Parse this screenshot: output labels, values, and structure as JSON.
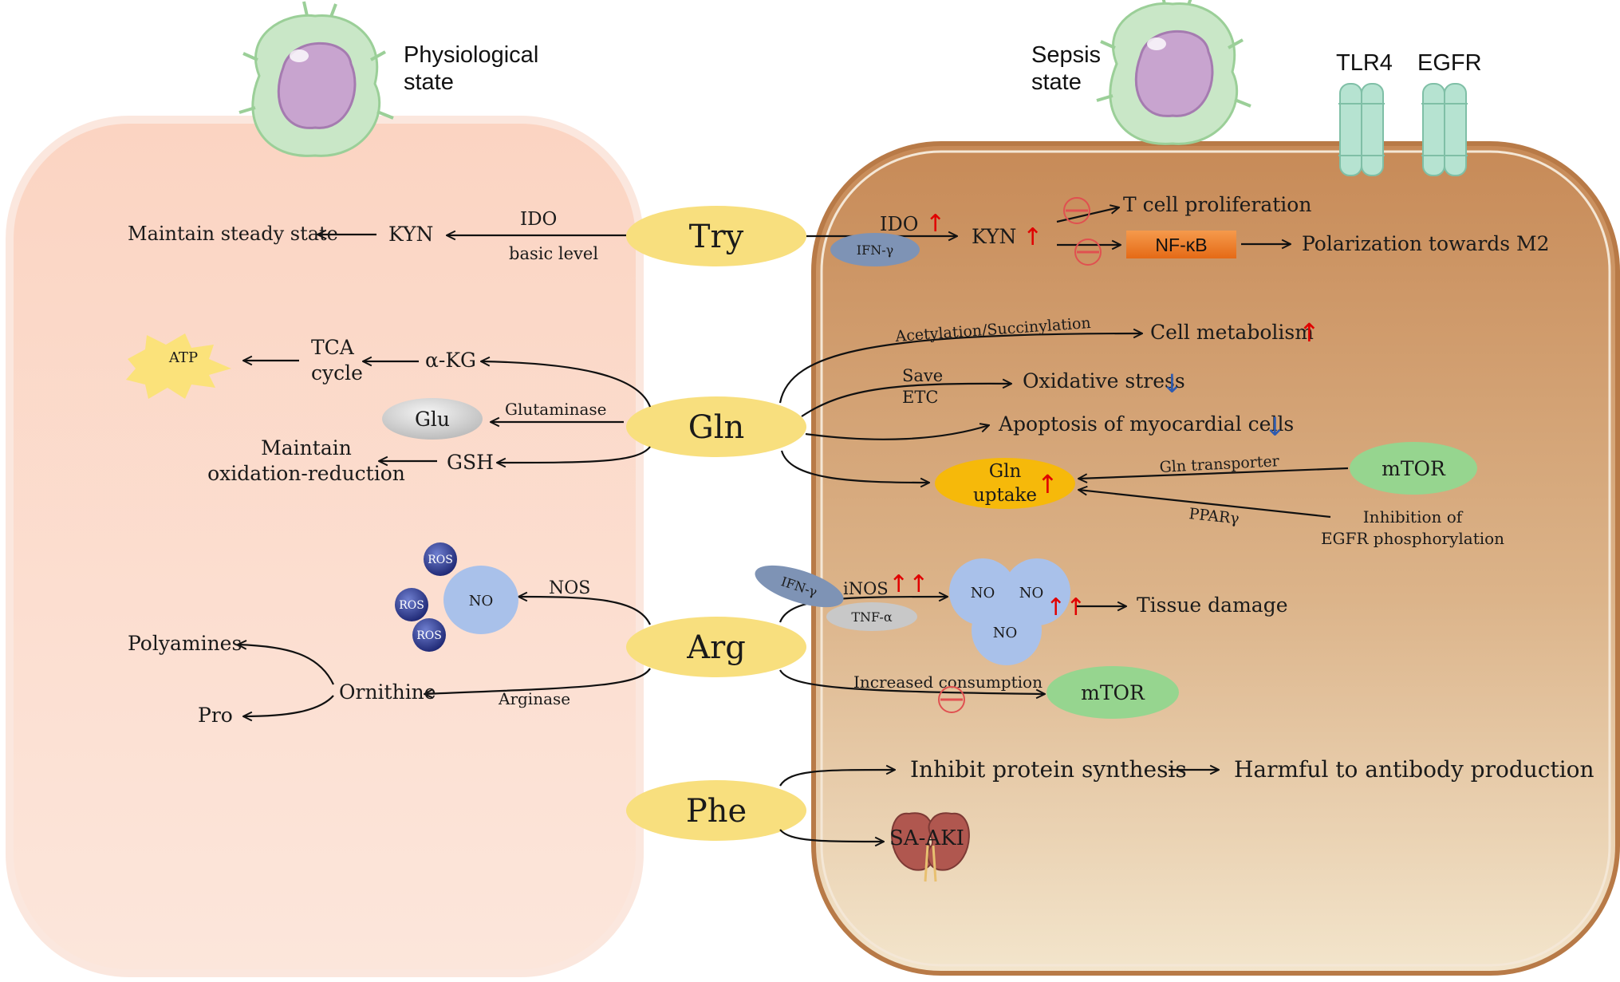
{
  "panels": {
    "left_title": [
      "Physiological",
      "state"
    ],
    "right_title": [
      "Sepsis",
      "state"
    ],
    "receptors": [
      "TLR4",
      "EGFR"
    ]
  },
  "hubs": {
    "try": "Try",
    "gln": "Gln",
    "arg": "Arg",
    "phe": "Phe"
  },
  "left": {
    "try_row": {
      "steady": "Maintain steady state",
      "kyn": "KYN",
      "ido": "IDO",
      "basic": "basic level"
    },
    "gln_rows": {
      "atp": "ATP",
      "tca": [
        "TCA",
        "cycle"
      ],
      "akg": "α-KG",
      "glu": "Glu",
      "glutaminase": "Glutaminase",
      "maintain": [
        "Maintain",
        "oxidation-reduction"
      ],
      "gsh": "GSH"
    },
    "arg_rows": {
      "ros": "ROS",
      "no": "NO",
      "nos": "NOS",
      "polyamines": "Polyamines",
      "ornithine": "Ornithine",
      "pro": "Pro",
      "arginase": "Arginase"
    }
  },
  "right": {
    "try_row": {
      "ifn": "IFN-γ",
      "ido": "IDO",
      "kyn": "KYN",
      "tcell": "T cell proliferation",
      "nfkb": "NF-κB",
      "m2": "Polarization towards M2"
    },
    "gln_rows": {
      "acet": "Acetylation/Succinylation",
      "metab": "Cell metabolism",
      "save": [
        "Save",
        "ETC"
      ],
      "oxstress": "Oxidative stress",
      "apoptosis": "Apoptosis of myocardial cells",
      "uptake": [
        "Gln",
        "uptake"
      ],
      "transporter": "Gln transporter",
      "mtor": "mTOR",
      "ppar": "PPARγ",
      "egfr_inhib": [
        "Inhibition of",
        "EGFR phosphorylation"
      ]
    },
    "arg_rows": {
      "ifn": "IFN-γ",
      "tnf": "TNF-α",
      "inos": "iNOS",
      "no": "NO",
      "tissue": "Tissue damage",
      "consumption": "Increased consumption",
      "mtor": "mTOR"
    },
    "phe_rows": {
      "inhibit": "Inhibit protein synthesis",
      "harmful": "Harmful to antibody production",
      "saaki": "SA-AKI"
    }
  },
  "colors": {
    "left_panel": "#fbd9cb",
    "right_panel_top": "#c98c58",
    "right_panel_bottom": "#f1e1c6",
    "hub": "#f8df7e",
    "up_arrow": "#e00000",
    "down_arrow": "#2e5bb0",
    "mtor": "#96d58f",
    "nfkb": "#f07f2a",
    "no_blob": "#a9c1ea",
    "ros": "#1e2a7a"
  }
}
